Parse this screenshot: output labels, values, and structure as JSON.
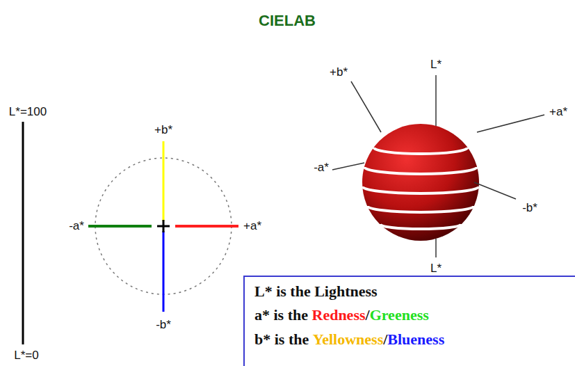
{
  "diagram": {
    "title": "CIELAB",
    "nodes": [
      {
        "text": [
          "L* is the Lightness",
          "a* is the",
          "Redness",
          "/",
          "Greeness",
          "b* is the",
          "Yellowness",
          "/",
          "Blueness"
        ]
      }
    ],
    "labels": [
      "L*=100",
      "L*=0",
      "+b*",
      "-a*",
      "+a*",
      "-b*",
      "L*",
      "+b*",
      "+a*",
      "-a*",
      "-b*",
      "L*"
    ]
  }
}
